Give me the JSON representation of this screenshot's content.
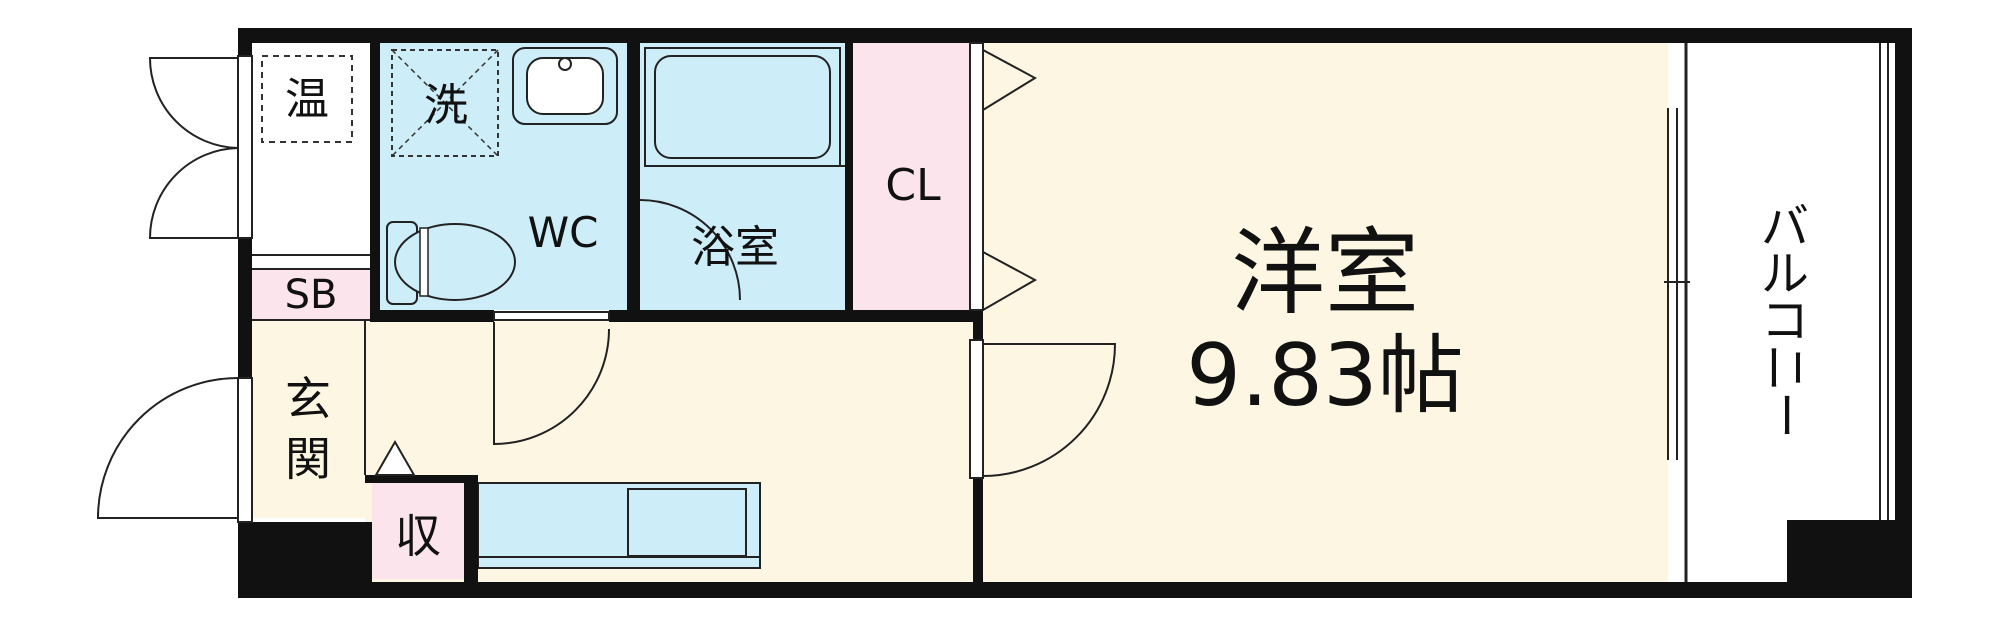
{
  "colors": {
    "floor": "#fdf6e3",
    "wet": "#cdeef9",
    "storage": "#fbe4ec",
    "wall": "#111111",
    "white": "#ffffff"
  },
  "rooms": {
    "water_heater": "温",
    "washer": "洗",
    "toilet": "WC",
    "bathroom": "浴室",
    "closet": "CL",
    "shoe_box": "SB",
    "entrance_line1": "玄",
    "entrance_line2": "関",
    "storage": "収",
    "western_room_name": "洋室",
    "western_room_size": "9.83帖",
    "balcony_chars": [
      "バ",
      "ル",
      "コ",
      "ニ",
      "ー"
    ]
  }
}
